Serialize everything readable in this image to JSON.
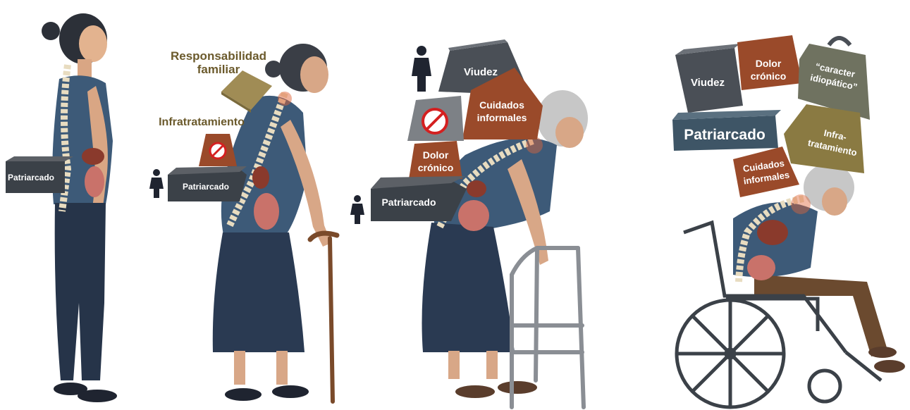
{
  "panels": [
    {
      "id": "stage-1",
      "labels": {
        "patriarcado": "Patriarcado"
      }
    },
    {
      "id": "stage-2",
      "labels": {
        "responsabilidad_line1": "Responsabilidad",
        "responsabilidad_line2": "familiar",
        "infratratamiento": "Infratratamiento",
        "patriarcado": "Patriarcado"
      },
      "icons": [
        "woman-icon",
        "no-medication-icon"
      ]
    },
    {
      "id": "stage-3",
      "labels": {
        "viudez": "Viudez",
        "cuidados_line1": "Cuidados",
        "cuidados_line2": "informales",
        "dolor_line1": "Dolor",
        "dolor_line2": "crónico",
        "patriarcado": "Patriarcado"
      },
      "icons": [
        "grieving-woman-icon",
        "no-medication-icon",
        "woman-icon"
      ]
    },
    {
      "id": "stage-4",
      "labels": {
        "viudez": "Viudez",
        "dolor_line1": "Dolor",
        "dolor_line2": "crónico",
        "caracter_line1": "“caracter",
        "caracter_line2": "idiopático”",
        "patriarcado": "Patriarcado",
        "infra_line1": "Infra-",
        "infra_line2": "tratamiento",
        "cuidados_line1": "Cuidados",
        "cuidados_line2": "informales"
      }
    }
  ],
  "colors": {
    "weight_dark": "#3b4148",
    "weight_grey": "#5c6066",
    "weight_rust": "#9a4a2a",
    "weight_olive": "#7a6f3a",
    "weight_steel": "#3e5566",
    "shirt": "#3d5a78",
    "skirt": "#2a3a52",
    "label_olive": "#6b5a2c"
  }
}
